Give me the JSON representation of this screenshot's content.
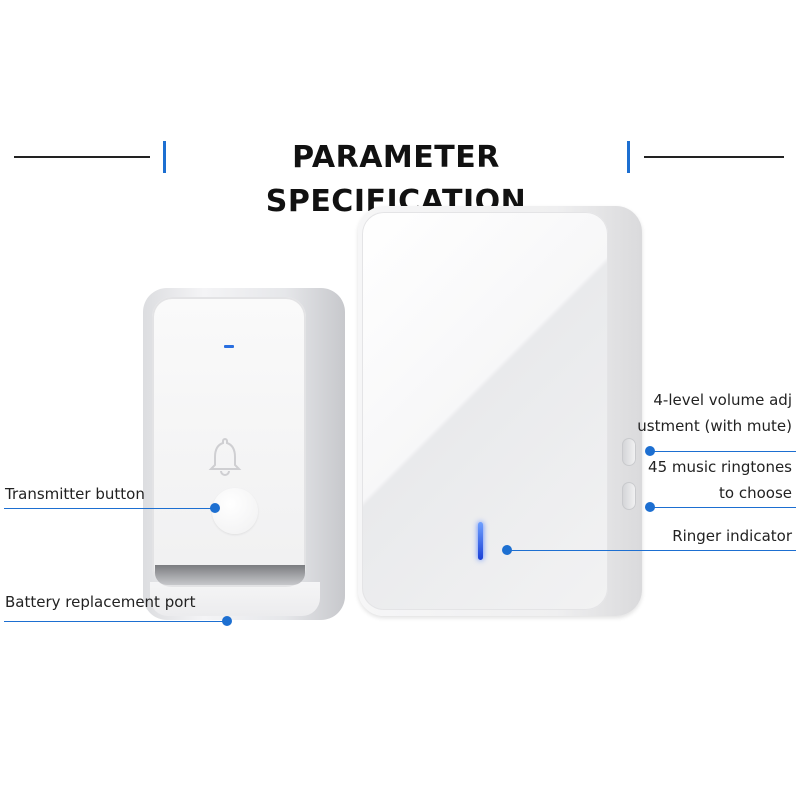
{
  "title": "PARAMETER SPECIFICATION",
  "labels": {
    "transmitter_button": "Transmitter button",
    "battery_port": "Battery replacement port",
    "volume_line1": "4-level volume adj",
    "volume_line2": "ustment (with mute)",
    "ringtones_line1": "45 music ringtones",
    "ringtones_line2": "to choose",
    "ringer_indicator": "Ringer indicator"
  },
  "icons": {
    "bell": "bell-icon"
  },
  "colors": {
    "accent": "#1d6fd1",
    "text": "#222222",
    "led_blue": "#2a6fe0"
  }
}
